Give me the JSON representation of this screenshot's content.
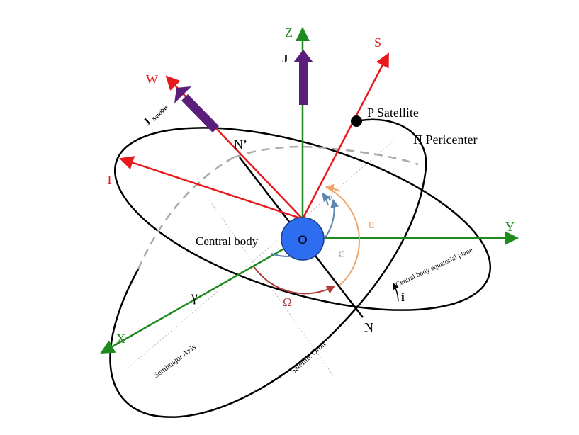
{
  "colors": {
    "green": "#1f8a1f",
    "red": "#e8191c",
    "purple": "#5a1d7a",
    "blue_body": "#2e6cf0",
    "orange": "#f0a56a",
    "steel_blue": "#5f86b0",
    "dark_red": "#b03c3c",
    "black": "#000000",
    "grey_dash": "#aaaaaa"
  },
  "labels": {
    "z_axis": "Z",
    "y_axis": "Y",
    "x_axis": "X",
    "s_axis": "S",
    "w_axis": "W",
    "t_axis": "T",
    "j": "J",
    "j_satellite_main": "J",
    "j_satellite_sub": "Satellite",
    "n_prime": "N’",
    "satellite": "P  Satellite",
    "pericenter": "Π  Pericenter",
    "origin": "O",
    "central_body": "Central body",
    "nu": "ν",
    "u": "u",
    "omega_small": "ϖ",
    "omega_big": "Ω",
    "gamma": "γ",
    "node": "N",
    "inclination": "i",
    "equatorial_plane": "Central body equatorial plane",
    "semimajor_axis": "Semimajor Axis",
    "satellite_orbit": "Satellite Orbit"
  }
}
